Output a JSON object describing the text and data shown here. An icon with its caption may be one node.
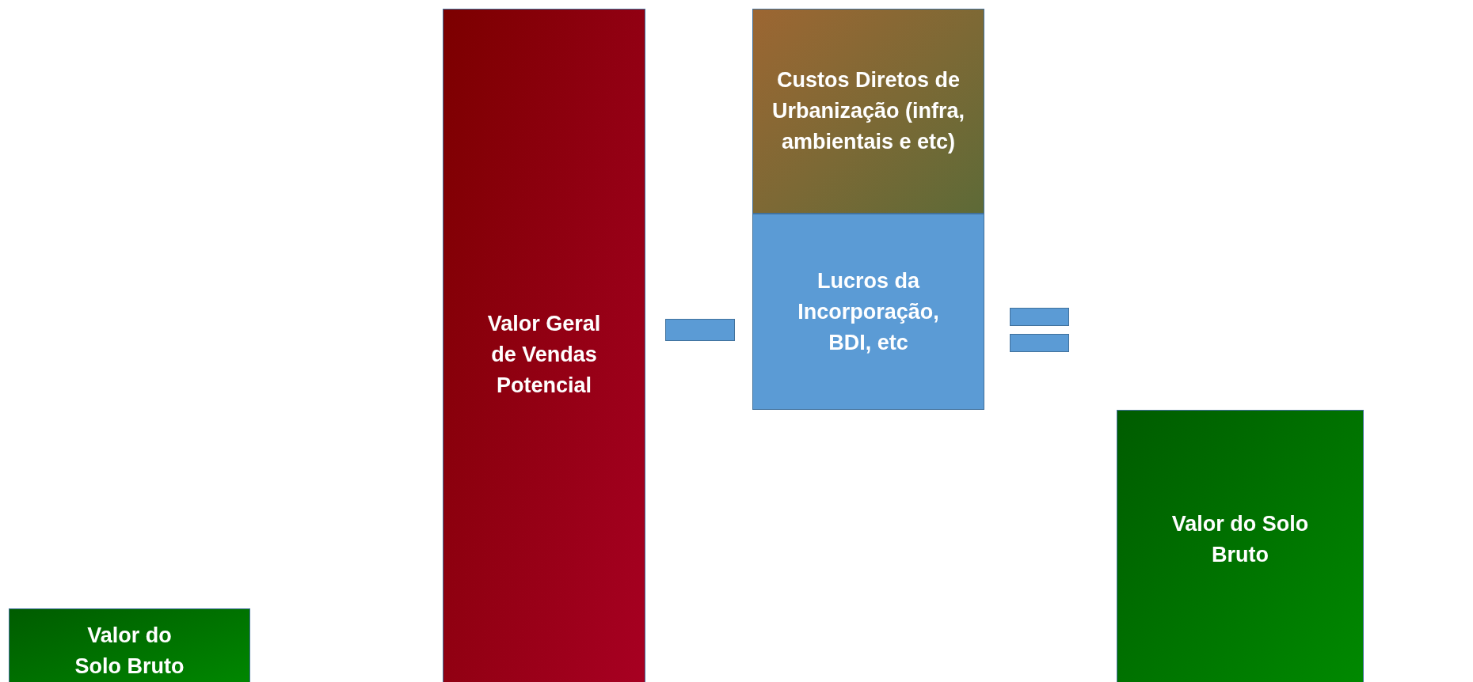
{
  "diagram": {
    "nodes": [
      {
        "text": [
          "Valor do Solo Bruto"
        ]
      },
      {
        "text": [
          "Valor Geral de Vendas Potencial"
        ]
      },
      {
        "text": [
          "Custos Diretos de Urbanização (infra, ambientais e etc)"
        ]
      },
      {
        "text": [
          "Lucros da Incorporação, BDI, etc"
        ]
      },
      {
        "text": [
          "Valor do Solo Bruto"
        ]
      },
      {
        "text": [],
        "shape": "bar"
      },
      {
        "text": [],
        "shape": "bar"
      },
      {
        "text": [],
        "shape": "bar"
      }
    ]
  }
}
